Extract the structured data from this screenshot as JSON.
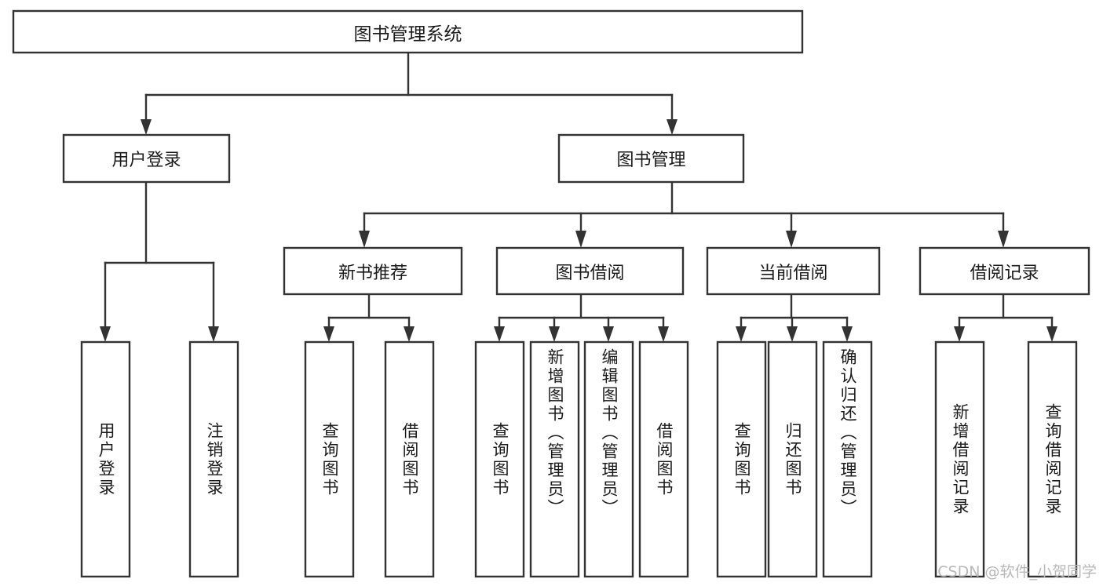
{
  "diagram": {
    "type": "tree",
    "title": "图书管理系统",
    "orientation": "top-down",
    "colors": {
      "box_stroke": "#333333",
      "box_fill": "#ffffff",
      "text": "#1a1a1a",
      "background": "#ffffff",
      "watermark": "#b8b8b8"
    },
    "root": {
      "label": "图书管理系统",
      "orientation": "horizontal"
    },
    "level2": [
      {
        "label": "用户登录",
        "orientation": "horizontal"
      },
      {
        "label": "图书管理",
        "orientation": "horizontal"
      }
    ],
    "level3": [
      {
        "label": "新书推荐",
        "orientation": "horizontal"
      },
      {
        "label": "图书借阅",
        "orientation": "horizontal"
      },
      {
        "label": "当前借阅",
        "orientation": "horizontal"
      },
      {
        "label": "借阅记录",
        "orientation": "horizontal"
      }
    ],
    "leaves": {
      "user_login": [
        {
          "label": "用户登录",
          "orientation": "vertical",
          "align": "center"
        },
        {
          "label": "注销登录",
          "orientation": "vertical",
          "align": "center"
        }
      ],
      "new_book_recommend": [
        {
          "label": "查询图书",
          "orientation": "vertical",
          "align": "center"
        },
        {
          "label": "借阅图书",
          "orientation": "vertical",
          "align": "center"
        }
      ],
      "book_borrow": [
        {
          "label": "查询图书",
          "orientation": "vertical",
          "align": "center"
        },
        {
          "label": "新增图书（管理员）",
          "orientation": "vertical",
          "align": "top"
        },
        {
          "label": "编辑图书（管理员）",
          "orientation": "vertical",
          "align": "top"
        },
        {
          "label": "借阅图书",
          "orientation": "vertical",
          "align": "center"
        }
      ],
      "current_borrow": [
        {
          "label": "查询图书",
          "orientation": "vertical",
          "align": "center"
        },
        {
          "label": "归还图书",
          "orientation": "vertical",
          "align": "center"
        },
        {
          "label": "确认归还（管理员）",
          "orientation": "vertical",
          "align": "top"
        }
      ],
      "borrow_record": [
        {
          "label": "新增借阅记录",
          "orientation": "vertical",
          "align": "center"
        },
        {
          "label": "查询借阅记录",
          "orientation": "vertical",
          "align": "center"
        }
      ]
    },
    "watermark": "CSDN @软件_小贺同学"
  }
}
